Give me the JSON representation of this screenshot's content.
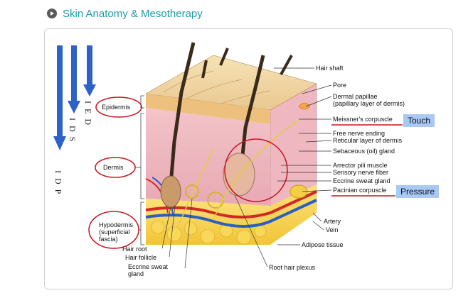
{
  "header": {
    "title": "Skin Anatomy & Mesotherapy"
  },
  "depth_arrows": [
    {
      "label": "I E D"
    },
    {
      "label": "I D S"
    },
    {
      "label": "I D P"
    }
  ],
  "layers": {
    "epidermis": "Epidermis",
    "dermis": "Dermis",
    "hypodermis": [
      "Hypodermis",
      "(superficial",
      "fascia)"
    ]
  },
  "labels_right": {
    "hair_shaft": "Hair shaft",
    "pore": "Pore",
    "dermal_papillae": [
      "Dermal papillae",
      "(papillary layer of dermis)"
    ],
    "meissner": "Meissner's corpuscle",
    "free_nerve": "Free nerve ending",
    "reticular": [
      "Reticular layer of dermis"
    ],
    "sebaceous": "Sebaceous (oil) gland",
    "arrector": "Arrector pili muscle",
    "sensory": "Sensory nerve fiber",
    "eccrine": "Eccrine sweat gland",
    "pacinian": "Pacinian corpuscle",
    "artery": "Artery",
    "vein": "Vein",
    "adipose": "Adipose tissue"
  },
  "labels_bottom": {
    "hair_root": "Hair root",
    "hair_follicle": "Hair follicle",
    "eccrine_duct": [
      "Eccrine sweat",
      "gland"
    ],
    "root_plexus": "Root hair plexus"
  },
  "tags": {
    "touch": "Touch",
    "pressure": "Pressure"
  },
  "colors": {
    "title": "#1f9aa6",
    "arrow": "#2d62c8",
    "tag": "#a9c8f3",
    "circle": "#c8141e"
  }
}
